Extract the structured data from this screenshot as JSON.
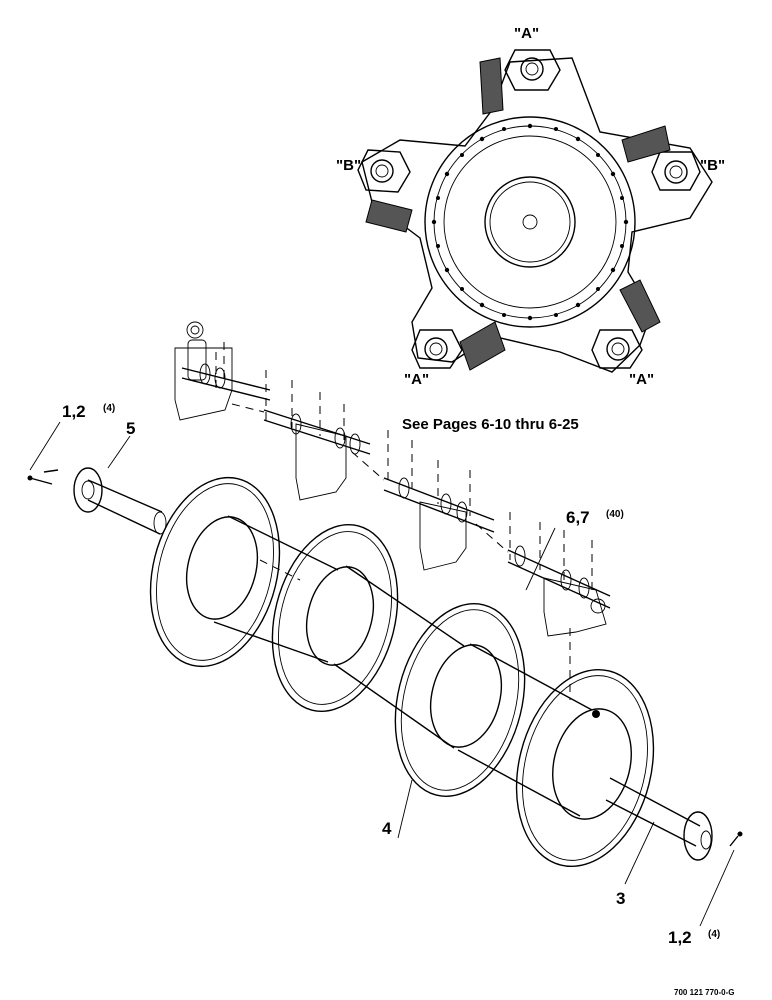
{
  "labels": {
    "a_top": "\"A\"",
    "b_left": "\"B\"",
    "b_right": "\"B\"",
    "a_bottom_left": "\"A\"",
    "a_bottom_right": "\"A\"",
    "see_pages": "See Pages 6-10 thru 6-25",
    "part_1_2_top": "1,2",
    "part_1_2_top_qty": "(4)",
    "part_5": "5",
    "part_6_7": "6,7",
    "part_6_7_qty": "(40)",
    "part_4": "4",
    "part_3": "3",
    "part_1_2_bottom": "1,2",
    "part_1_2_bottom_qty": "(4)",
    "figure_code": "700 121 770-0-G"
  }
}
